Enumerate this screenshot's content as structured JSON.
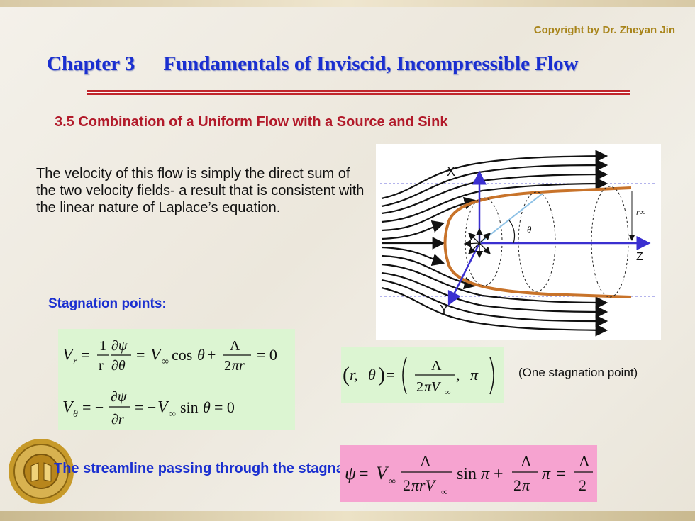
{
  "header": {
    "copyright": "Copyright by Dr. Zheyan Jin",
    "chapter": "Chapter 3",
    "title": "Fundamentals of Inviscid, Incompressible Flow"
  },
  "section": {
    "subtitle": "3.5 Combination of a Uniform Flow with a Source and Sink",
    "paragraph": "The velocity of this flow is simply the direct sum of the two velocity fields- a result that is consistent with the linear nature of Laplace’s equation.",
    "stagnation_label": "Stagnation points:",
    "one_stagnation_note": "(One stagnation point)",
    "streamline_label": "The streamline passing through the stagnation point:"
  },
  "diagram": {
    "axis_x": "X",
    "axis_y": "Y",
    "axis_z": "Z",
    "theta": "θ",
    "r_inf": "r∞"
  },
  "colors": {
    "title": "#1a2fd0",
    "subtitle": "#b21a2a",
    "copyright": "#a8841a",
    "equation_box": "#dcf5d2",
    "equation_box_pink": "#f6a3d0",
    "body_outline": "#c8732a"
  }
}
